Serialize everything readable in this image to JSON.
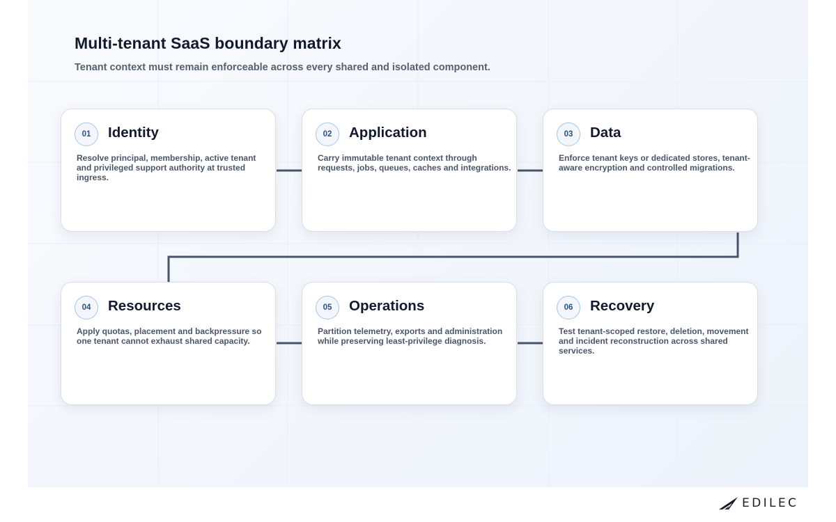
{
  "header": {
    "title": "Multi-tenant SaaS boundary matrix",
    "subtitle": "Tenant context must remain enforceable across every shared and isolated component."
  },
  "cards": [
    {
      "number": "01",
      "title": "Identity",
      "description": "Resolve principal, membership, active tenant and privileged support authority at trusted ingress."
    },
    {
      "number": "02",
      "title": "Application",
      "description": "Carry immutable tenant context through requests, jobs, queues, caches and integrations."
    },
    {
      "number": "03",
      "title": "Data",
      "description": "Enforce tenant keys or dedicated stores, tenant-aware encryption and controlled migrations."
    },
    {
      "number": "04",
      "title": "Resources",
      "description": "Apply quotas, placement and backpressure so one tenant cannot exhaust shared capacity."
    },
    {
      "number": "05",
      "title": "Operations",
      "description": "Partition telemetry, exports and administration while preserving least-privilege diagnosis."
    },
    {
      "number": "06",
      "title": "Recovery",
      "description": "Test tenant-scoped restore, deletion, movement and incident reconstruction across shared services."
    }
  ],
  "brand": {
    "wordmark": "EDILEC",
    "logo_icon": "edilec-wing-logo"
  },
  "colors": {
    "connector": "#4a5468",
    "badge_border": "#a9c3e6",
    "badge_text": "#2f4f80",
    "title_text": "#141a2e",
    "body_text": "#4c5668"
  }
}
